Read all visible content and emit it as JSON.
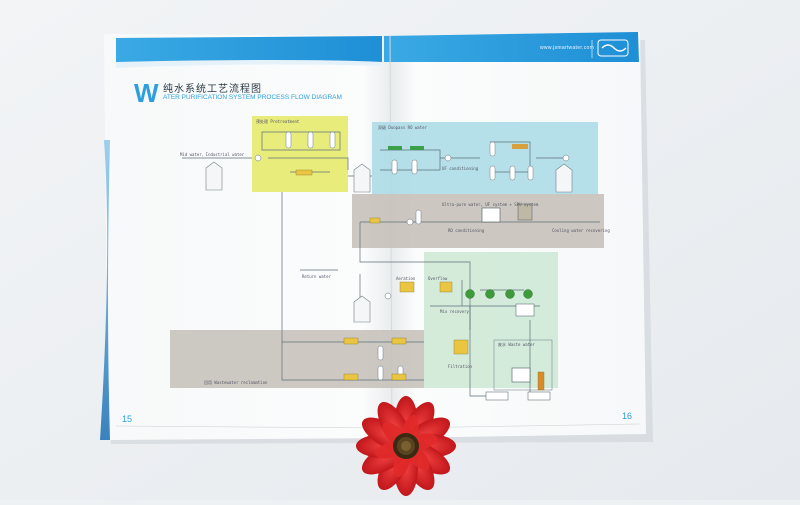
{
  "header": {
    "website": "www.jsmartwater.com",
    "title_cn": "纯水系统工艺流程图",
    "title_en": "ATER PURIFICATION SYSTEM PROCESS FLOW DIAGRAM",
    "title_initial": "W"
  },
  "diagram": {
    "zones": {
      "pretreatment": "预处理 Pretreatment",
      "double_ro": "双级 Duopass RO water",
      "wastewater_reclamation": "回用 Wastewater reclamation",
      "waste_water": "废水 Waste water"
    },
    "labels": {
      "raw_water": "Mid water、Industrial water",
      "uf_conditioning": "UF conditioning",
      "ro_conditioning": "RO conditioning",
      "return_water": "Return water",
      "mix_recovery": "Mix recovery",
      "ultra_softening": "Ultra-pure water, UF system + SPU system",
      "cooling_water": "Cooling water recovering",
      "aeration": "Aeration",
      "filtration": "Filtration",
      "overflow": "Overflow"
    }
  },
  "page_numbers": {
    "left": "15",
    "right": "16"
  },
  "colors": {
    "header_blue": "#2e9fde",
    "zone_yellow": "#e8ec6a",
    "zone_cyan": "#a8dde6",
    "zone_gray": "#c9c5be",
    "zone_green": "#cfe9d6",
    "flower_red": "#d81e1e"
  }
}
